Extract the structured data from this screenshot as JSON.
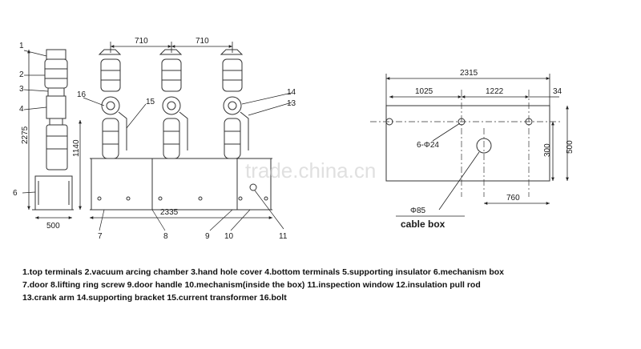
{
  "front_view": {
    "dims": {
      "top_left": "710",
      "top_right": "710",
      "height_total": "2275",
      "height_mech": "1140",
      "width_box": "500",
      "bottom_total": "2335"
    },
    "callouts": [
      "1",
      "2",
      "3",
      "4",
      "6",
      "7",
      "8",
      "9",
      "10",
      "11",
      "13",
      "14",
      "15",
      "16"
    ]
  },
  "plan_view": {
    "dims": {
      "overall": "2315",
      "left": "1025",
      "mid": "1222",
      "right_offset": "34",
      "holes": "6-Φ24",
      "height_inner": "300",
      "height_outer": "500",
      "lower": "760",
      "big_hole": "Φ85"
    },
    "cable_box": "cable box"
  },
  "watermark": "trade.china.cn",
  "legend": {
    "line1": "1.top terminals  2.vacuum arcing chamber 3.hand hole cover 4.bottom terminals 5.supporting insulator 6.mechanism box",
    "line2": "7.door 8.lifting ring screw 9.door handle 10.mechanism(inside the box) 11.inspection window 12.insulation pull rod",
    "line3": "13.crank arm 14.supporting bracket 15.current transformer 16.bolt"
  }
}
